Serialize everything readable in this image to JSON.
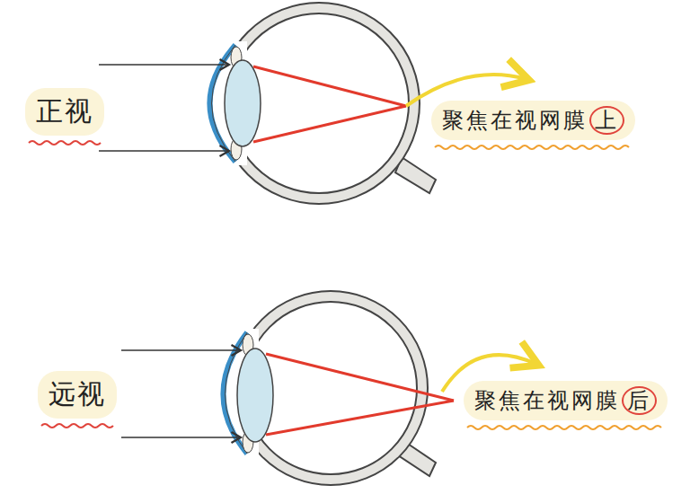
{
  "diagram": {
    "nodes": [
      {
        "text": [
          "正视"
        ]
      },
      {
        "text": [
          "聚焦在视网膜",
          "上"
        ]
      },
      {
        "text": [
          "远视"
        ]
      },
      {
        "text": [
          "聚焦在视网膜",
          "后"
        ]
      }
    ]
  }
}
